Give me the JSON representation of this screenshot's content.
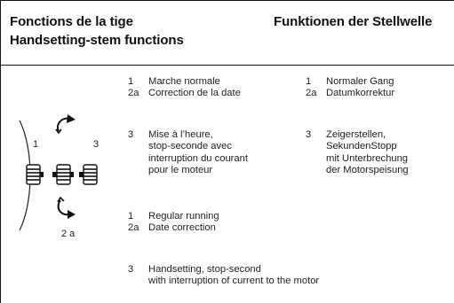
{
  "header": {
    "title_fr": "Fonctions de la tige",
    "title_en": "Handsetting-stem functions",
    "title_de": "Funktionen der Stellwelle"
  },
  "diagram": {
    "position_1_label": "1",
    "position_3_label": "3",
    "position_2a_label": "2 a",
    "icon_top": "clockwise-arrow-icon",
    "icon_bottom": "counterclockwise-arrow-icon"
  },
  "french": {
    "item1": {
      "num": "1",
      "text": "Marche normale"
    },
    "item2a": {
      "num": "2a",
      "text": "Correction de la date"
    },
    "item3": {
      "num": "3",
      "lines": [
        "Mise à l’heure,",
        "stop-seconde avec",
        "interruption du courant",
        "pour le moteur"
      ]
    }
  },
  "german": {
    "item1": {
      "num": "1",
      "text": "Normaler Gang"
    },
    "item2a": {
      "num": "2a",
      "text": "Datumkorrektur"
    },
    "item3": {
      "num": "3",
      "lines": [
        "Zeigerstellen,",
        "SekundenStopp",
        "mit Unterbrechung",
        "der Motorspeisung"
      ]
    }
  },
  "english": {
    "item1": {
      "num": "1",
      "text": "Regular running"
    },
    "item2a": {
      "num": "2a",
      "text": "Date correction"
    },
    "item3": {
      "num": "3",
      "lines": [
        "Handsetting, stop-second",
        "with interruption of current to the motor"
      ]
    }
  }
}
